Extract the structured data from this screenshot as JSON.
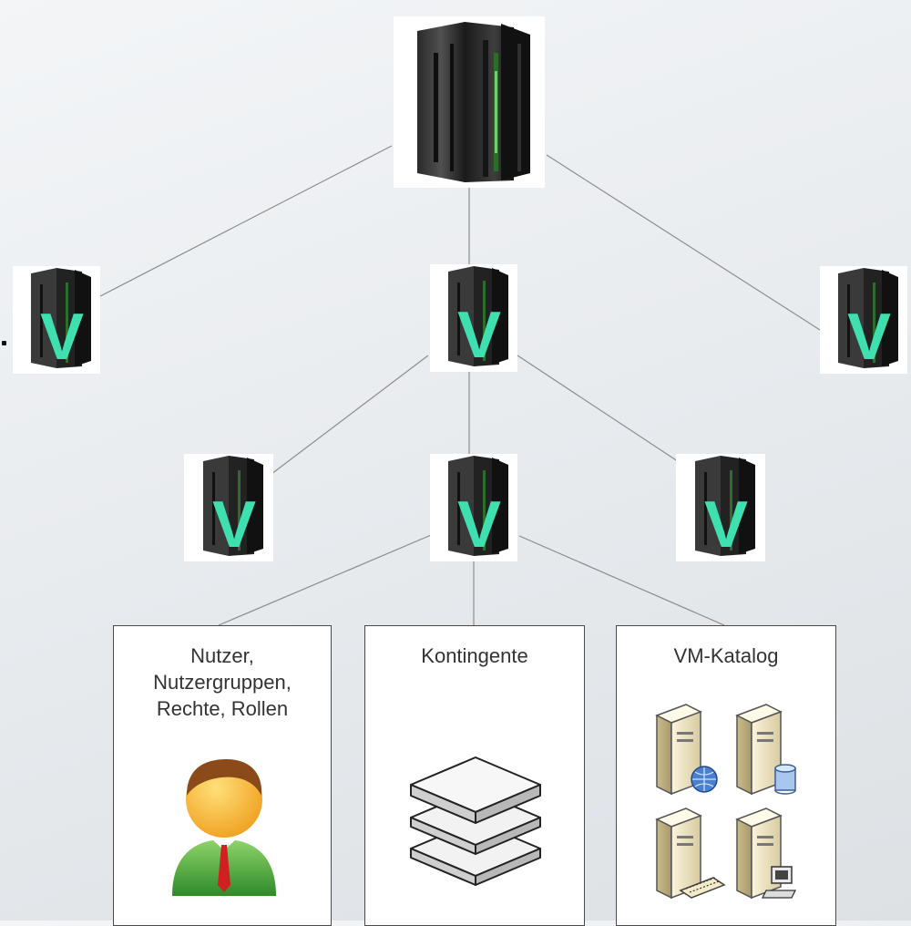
{
  "diagram": {
    "root_server_icon": "physical-server-rack-icon",
    "virtual_server_icon": "virtual-server-icon",
    "virtual_marker": "V",
    "accent_color": "#3fe0b0",
    "line_color": "#8c8c8c",
    "boxes": [
      {
        "title": "Nutzer,\nNutzergruppen,\nRechte, Rollen",
        "icon": "user-icon"
      },
      {
        "title": "Kontingente",
        "icon": "stacked-layers-icon"
      },
      {
        "title": "VM-Katalog",
        "icon": "server-catalog-icon"
      }
    ]
  }
}
